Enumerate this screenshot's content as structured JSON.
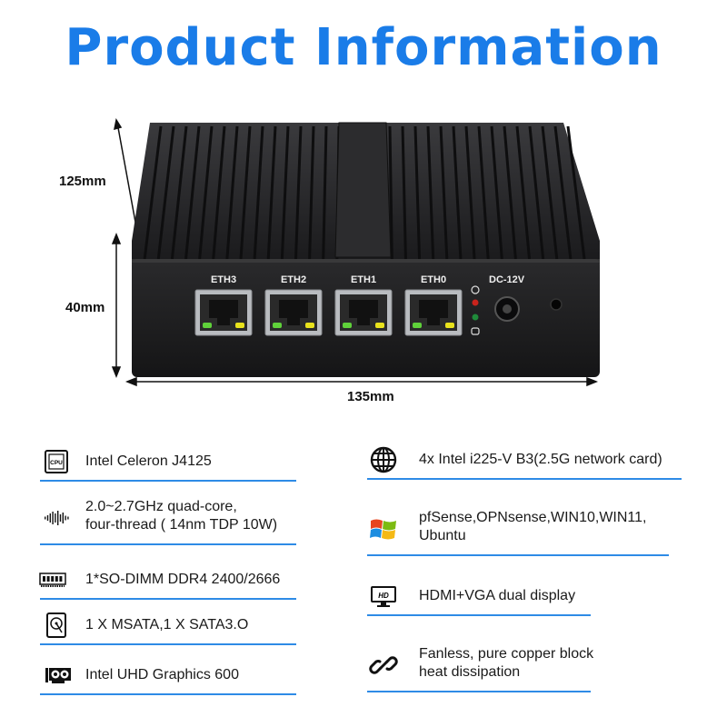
{
  "title": "Product Information",
  "dimensions": {
    "height_top": "125mm",
    "height_bottom": "40mm",
    "width": "135mm"
  },
  "device": {
    "ports": [
      "ETH3",
      "ETH2",
      "ETH1",
      "ETH0"
    ],
    "power_label": "DC-12V"
  },
  "specs_left": [
    {
      "icon": "cpu-icon",
      "lines": [
        "Intel Celeron J4125"
      ]
    },
    {
      "icon": "frequency-wave-icon",
      "lines": [
        "2.0~2.7GHz quad-core,",
        "four-thread ( 14nm TDP 10W)"
      ]
    },
    {
      "icon": "memory-module-icon",
      "lines": [
        "1*SO-DIMM DDR4 2400/2666"
      ]
    },
    {
      "icon": "hard-disk-icon",
      "lines": [
        "1 X MSATA,1 X SATA3.O"
      ]
    },
    {
      "icon": "graphics-card-icon",
      "lines": [
        "Intel UHD Graphics 600"
      ]
    }
  ],
  "specs_right": [
    {
      "icon": "globe-network-icon",
      "lines": [
        "4x Intel i225-V B3(2.5G network card)"
      ]
    },
    {
      "icon": "windows-logo-icon",
      "lines": [
        "pfSense,OPNsense,WIN10,WIN11,",
        "Ubuntu"
      ]
    },
    {
      "icon": "hd-monitor-icon",
      "lines": [
        "HDMI+VGA dual display"
      ],
      "badge": "HD"
    },
    {
      "icon": "chain-link-icon",
      "lines": [
        "Fanless, pure copper block",
        "heat dissipation"
      ]
    }
  ],
  "colors": {
    "title": "#1a7ce8",
    "rule": "#2e8be6",
    "device_body": "#1c1c1e",
    "led_green": "#5fd13a",
    "led_yellow": "#e8e21c"
  }
}
